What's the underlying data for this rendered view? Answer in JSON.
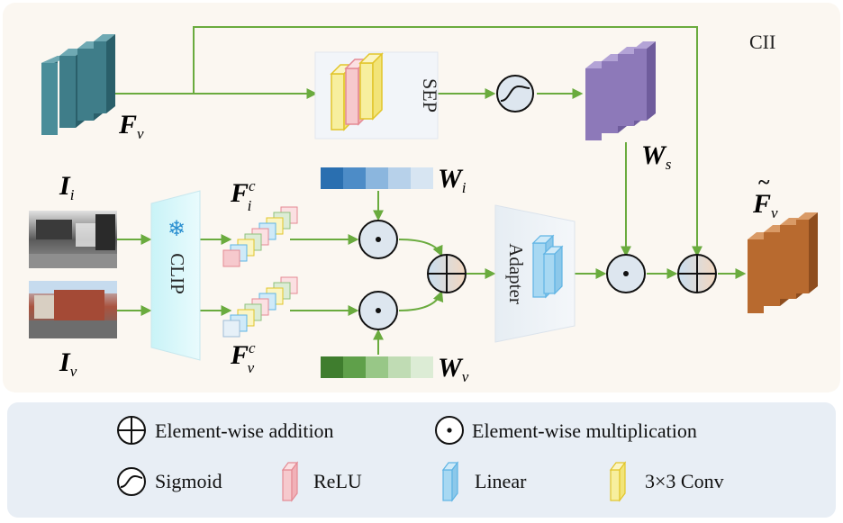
{
  "module_name": "CII",
  "blocks": {
    "sep_label": "SEP",
    "clip_label": "CLIP",
    "adapter_label": "Adapter"
  },
  "symbols": {
    "f_v_main": "F",
    "f_v_sub": "v",
    "w_s_main": "W",
    "w_s_sub": "s",
    "w_i_main": "W",
    "w_i_sub": "i",
    "w_v_main": "W",
    "w_v_sub": "v",
    "i_i_main": "I",
    "i_i_sub": "i",
    "i_v_main": "I",
    "i_v_sub": "v",
    "f_i_c_main": "F",
    "f_i_c_sub": "i",
    "f_i_c_sup": "c",
    "f_v_c_main": "F",
    "f_v_c_sub": "v",
    "f_v_c_sup": "c",
    "f_out_main": "F",
    "f_out_tilde": "~",
    "f_out_sub": "v"
  },
  "legend": {
    "addition": "Element-wise addition",
    "multiplication": "Element-wise multiplication",
    "sigmoid": "Sigmoid",
    "relu": "ReLU",
    "linear": "Linear",
    "conv": "3×3 Conv"
  },
  "colors": {
    "arrow": "#6aab3e",
    "panel": "#fbf7f1",
    "legend_bg": "#e8eef5",
    "teal_feature": "#3f7d89",
    "purple_feature": "#8d79b9",
    "brown_feature": "#b86a2f",
    "blue_weight": "#2a6fb0",
    "green_weight": "#3f7d2e",
    "relu": "#f4b8bf",
    "linear": "#a7d8f2",
    "conv": "#f3e37a"
  }
}
